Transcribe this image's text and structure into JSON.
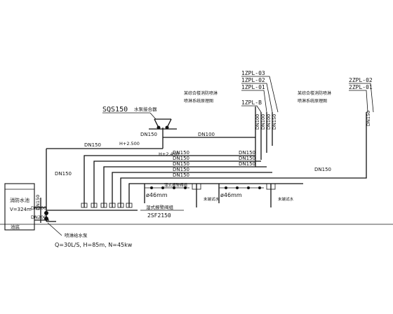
{
  "risers": {
    "left": [
      "1ZPL-03",
      "1ZPL-02",
      "1ZPL-01",
      "1ZPL-B"
    ],
    "right": [
      "2ZPL-02",
      "2ZPL-01"
    ]
  },
  "headings": {
    "left_system": "喷淋系统原理图",
    "left_title": "某综合楼消防喷淋",
    "right_system": "喷淋系统原理图",
    "right_title": "某综合楼消防喷淋"
  },
  "pipe_labels": {
    "riser_left": [
      "DN100",
      "DN100",
      "DN100",
      "DN150"
    ],
    "riser_right": "DN150",
    "branch_a": "DN150",
    "branch_b": "DN150",
    "main_top": "DN100",
    "h_mark_1": "H+2.500",
    "h_mark_2": "H+2.450",
    "dn150_top": "DN150",
    "rows": [
      "DN150",
      "DN150",
      "DN150",
      "DN150",
      "DN150",
      "DN150"
    ],
    "right_row": "DN150",
    "branch_lower_1": "DN150",
    "branch_lower_2": "DN150",
    "pump_dn": [
      "DN150",
      "DN200",
      "DN200",
      "DN150"
    ]
  },
  "equipment": {
    "pump_adapter": "SQS150",
    "adapter_note": "水泵接合器",
    "tank_label": "消防水池",
    "tank_volume": "V=324m",
    "tank_bottom": "池底",
    "dia_1": "ø46mm",
    "dia_2": "ø46mm",
    "valve_note_1": "末端试水",
    "valve_note_2": "末端试水",
    "alarm_note": "湿式报警阀组",
    "zone_code": "2SF2150",
    "pump_name": "喷淋给水泵",
    "pump_spec": "Q=30L/S, H=85m, N=45kw"
  }
}
